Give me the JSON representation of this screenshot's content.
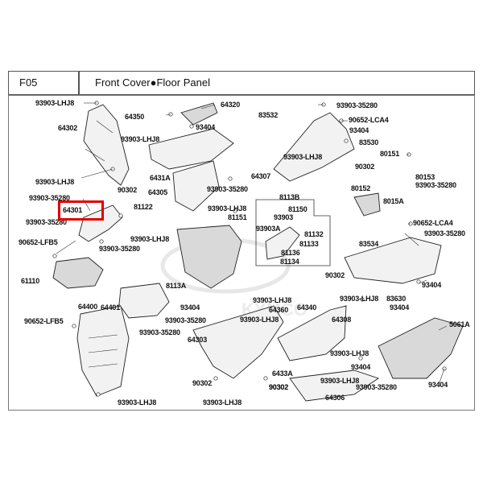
{
  "header": {
    "code": "F05",
    "title": "Front Cover●Floor Panel"
  },
  "watermark": "KYMCO",
  "labels": {
    "l01": "93903-LHJ8",
    "l02": "64302",
    "l03": "93903-LHJ8",
    "l04": "93903-35280",
    "l05": "64301",
    "l06": "93903-35280",
    "l07": "90652-LFB5",
    "l08": "61110",
    "l09": "90652-LFB5",
    "l10": "64400",
    "l11": "64401",
    "l12": "64350",
    "l13": "64320",
    "l14": "93404",
    "l15": "93903-LHJ8",
    "l16": "90302",
    "l17": "6431A",
    "l18": "64305",
    "l19": "93903-35280",
    "l20": "64307",
    "l21": "81122",
    "l22": "93903-LHJ8",
    "l23": "81151",
    "l24": "93903-LHJ8",
    "l25": "93903-35280",
    "l26": "8113A",
    "l27": "93404",
    "l28": "93903-35280",
    "l29": "93903-35280",
    "l30": "64303",
    "l31": "90302",
    "l32": "90302",
    "l33": "93903-LHJ8",
    "l34": "93903-LHJ8",
    "l35": "83532",
    "l36": "93903-35280",
    "l37": "90652-LCA4",
    "l38": "93404",
    "l39": "83530",
    "l40": "90302",
    "l41": "93903-LHJ8",
    "l42": "8113B",
    "l43": "81150",
    "l44": "93903",
    "l45": "93903A",
    "l46": "81132",
    "l47": "81133",
    "l48": "81136",
    "l49": "81134",
    "l50": "80151",
    "l51": "80153",
    "l52": "93903-35280",
    "l53": "80152",
    "l54": "8015A",
    "l55": "90652-LCA4",
    "l56": "83534",
    "l57": "93903-35280",
    "l58": "90302",
    "l59": "93404",
    "l60": "93903-LHJ8",
    "l61": "64360",
    "l62": "64340",
    "l63": "93903-LHJ8",
    "l64": "64308",
    "l65": "83630",
    "l66": "93404",
    "l67": "5061A",
    "l68": "93903-LHJ8",
    "l69": "6433A",
    "l70": "93404",
    "l71": "90302",
    "l72": "93903-35280",
    "l73": "64306",
    "l74": "93404",
    "l75": "93903-LHJ8",
    "l76": "93903-LHJ8"
  },
  "highlighted_part": "64301",
  "colors": {
    "highlight": "#e00000",
    "line": "#222222",
    "part_fill": "#f2f2f2",
    "watermark": "#cfcfcf"
  }
}
